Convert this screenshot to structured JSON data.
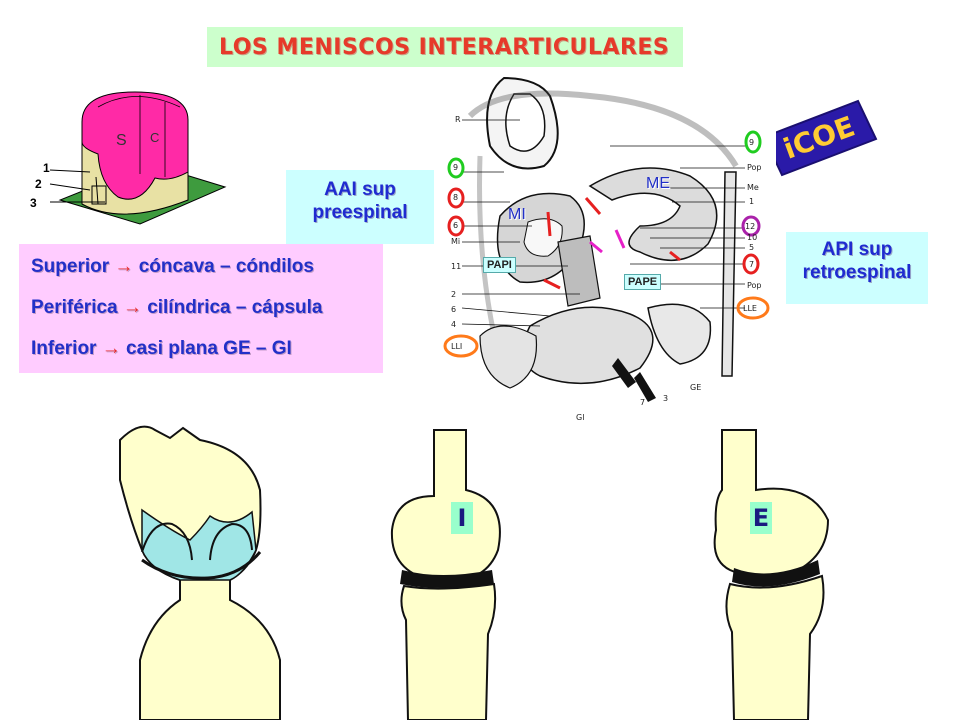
{
  "title": "LOS MENISCOS INTERARTICULARES",
  "block_labels": {
    "s": "S",
    "c": "C",
    "n1": "1",
    "n2": "2",
    "n3": "3"
  },
  "aai": {
    "line1": "AAI sup",
    "line2": "preespinal"
  },
  "api": {
    "line1": "API sup",
    "line2": "retroespinal"
  },
  "surfaces": [
    {
      "name": "Superior",
      "arrow": "→",
      "desc": "cóncava – cóndilos"
    },
    {
      "name": "Periférica",
      "arrow": "→",
      "desc": "cilíndrica – cápsula"
    },
    {
      "name": "Inferior",
      "arrow": "→",
      "desc": "casi plana    GE – GI"
    }
  ],
  "logo": {
    "text": "iCOE"
  },
  "anatomy": {
    "ME": "ME",
    "MI": "MI",
    "PAPI": "PAPI",
    "PAPE": "PAPE",
    "left_labels": [
      "R",
      "9",
      "8",
      "6",
      "Mi",
      "11",
      "2",
      "6",
      "4",
      "LLI"
    ],
    "right_labels": [
      "9",
      "Pop",
      "Me",
      "1",
      "12",
      "10",
      "5",
      "7",
      "Pop",
      "LLE"
    ],
    "bottom_labels": [
      "Gl",
      "7",
      "3",
      "GE"
    ]
  },
  "knees": {
    "I": "I",
    "E": "E"
  },
  "colors": {
    "title_bg": "#ccffcc",
    "cyan_bg": "#ccffff",
    "pink_bg": "#ffccff",
    "bone": "#ffffcc",
    "cartilage": "#a0e6e6"
  }
}
